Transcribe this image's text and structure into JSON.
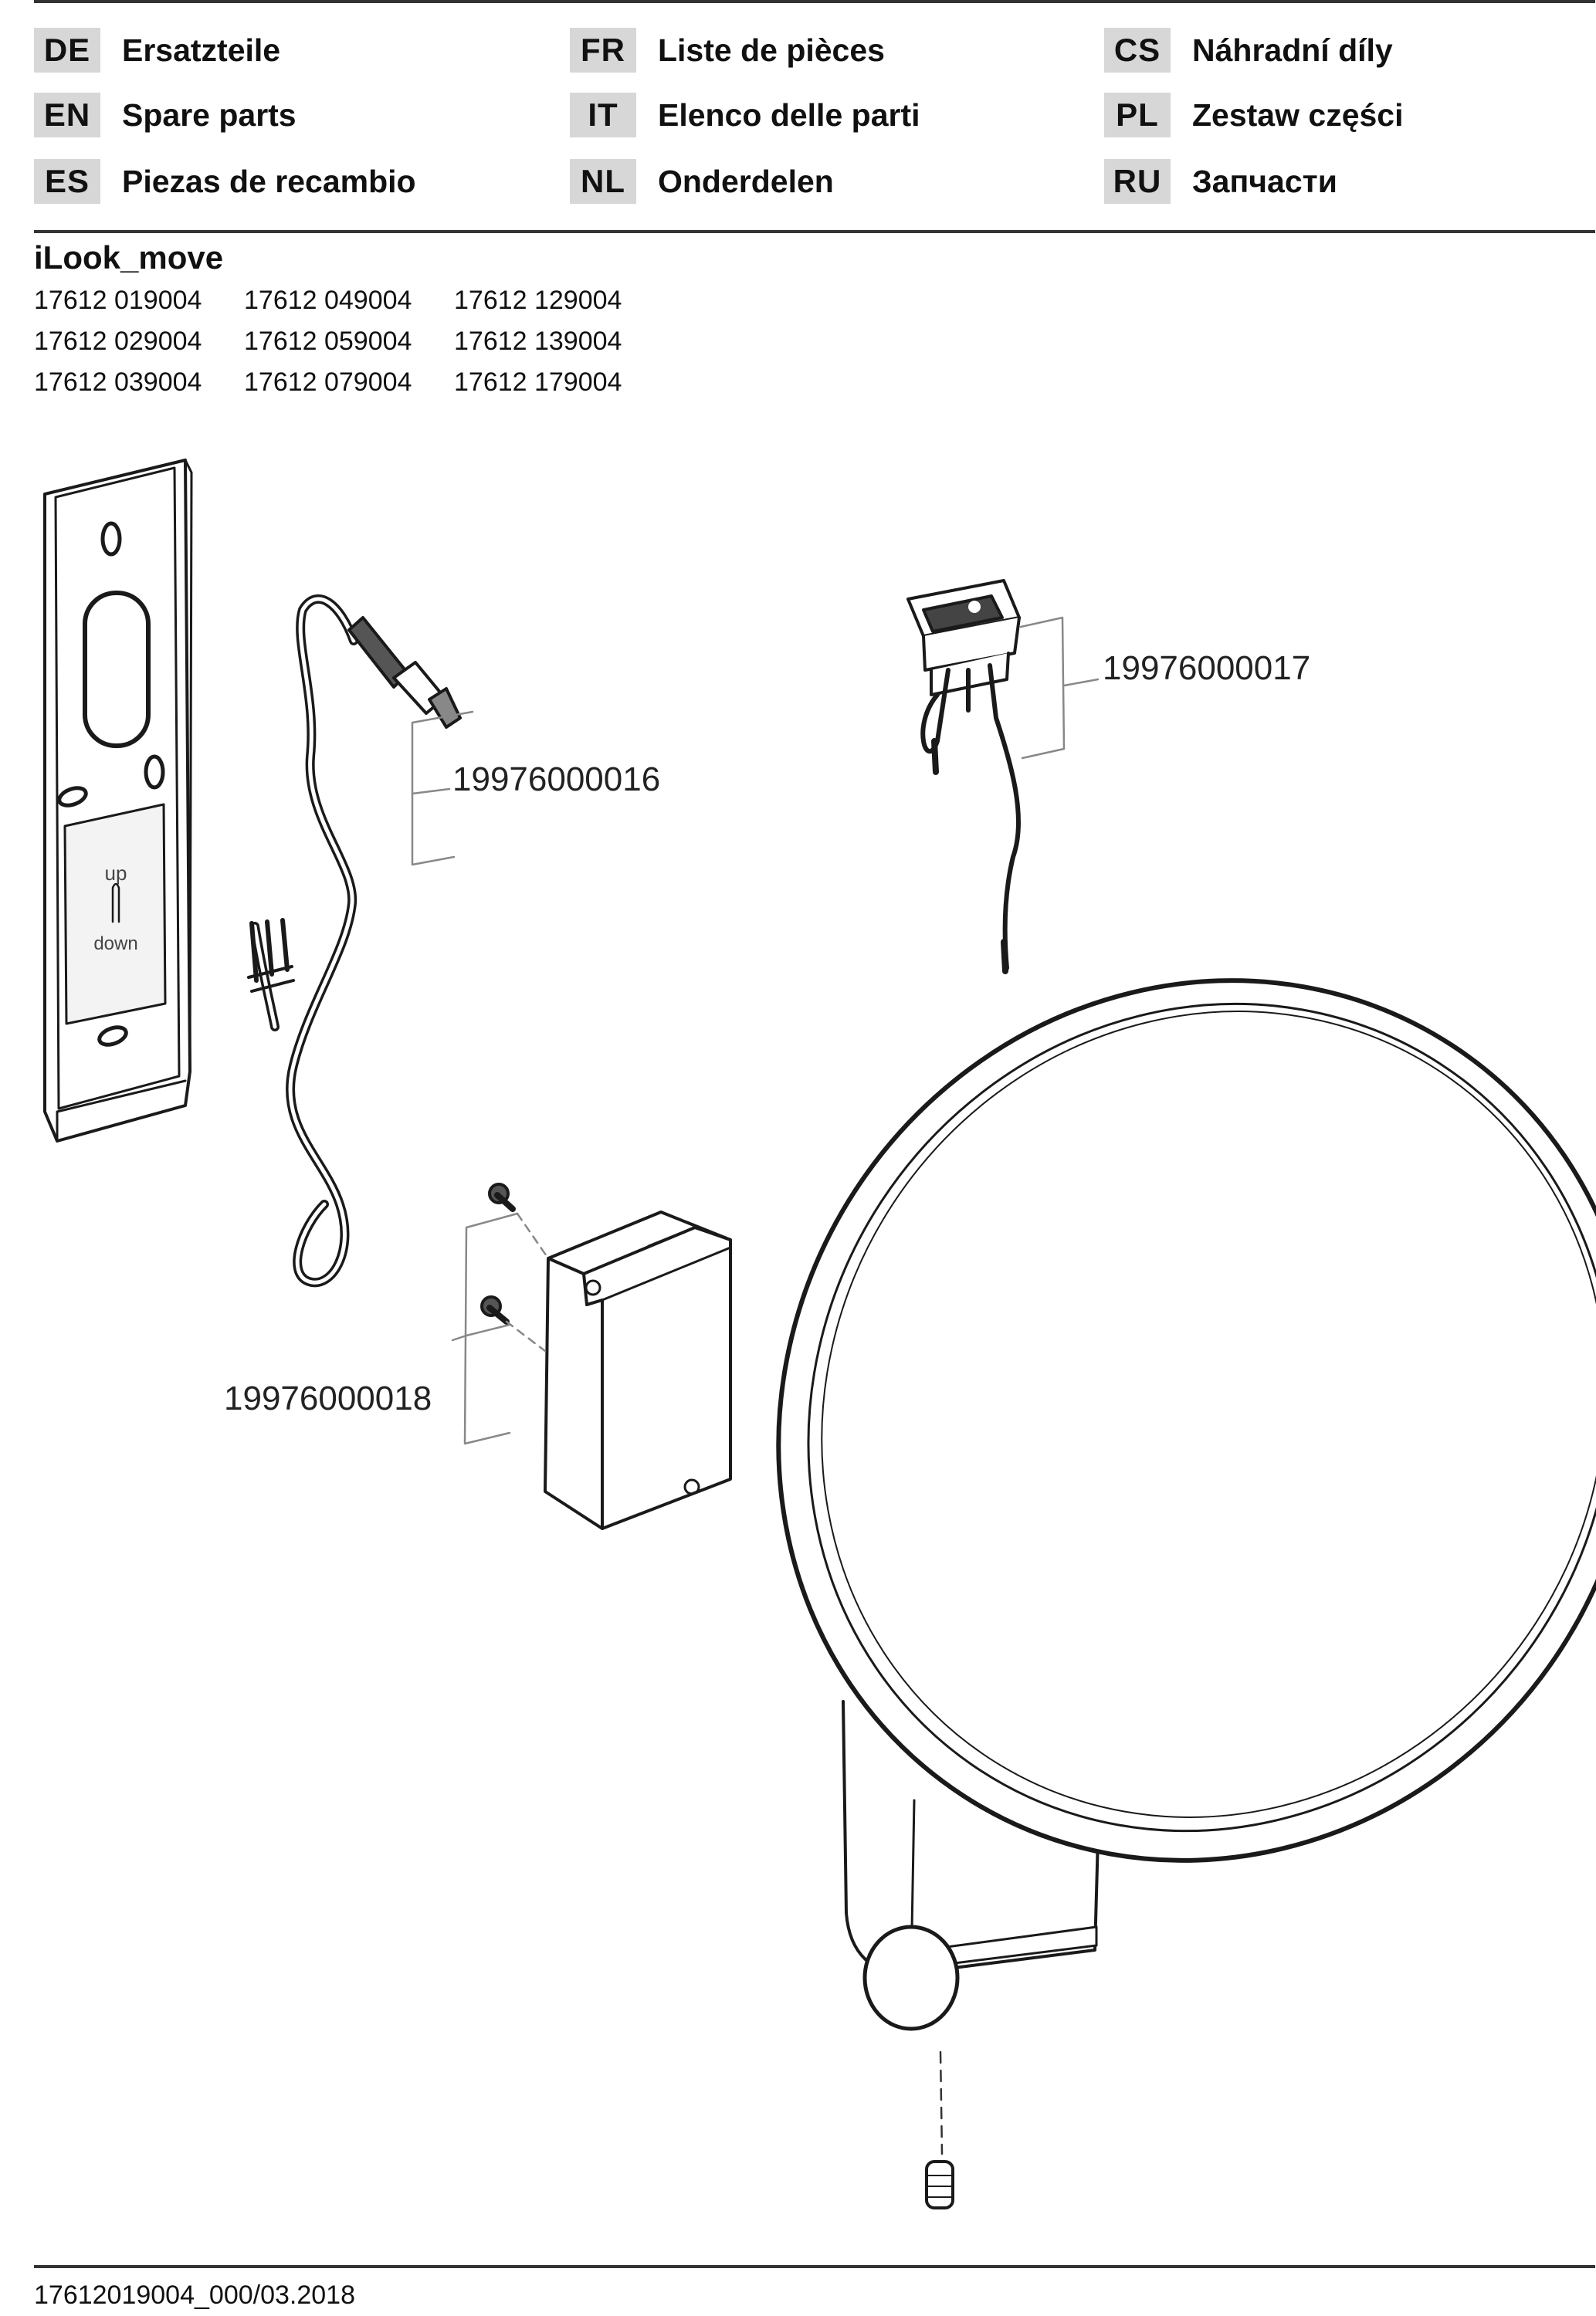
{
  "languages": [
    {
      "code": "DE",
      "label": "Ersatzteile"
    },
    {
      "code": "FR",
      "label": "Liste de pièces"
    },
    {
      "code": "CS",
      "label": "Náhradní díly"
    },
    {
      "code": "EN",
      "label": "Spare parts"
    },
    {
      "code": "IT",
      "label": "Elenco delle parti"
    },
    {
      "code": "PL",
      "label": "Zestaw części"
    },
    {
      "code": "ES",
      "label": "Piezas de recambio"
    },
    {
      "code": "NL",
      "label": "Onderdelen"
    },
    {
      "code": "RU",
      "label": "Запчасти"
    }
  ],
  "product": {
    "name": "iLook_move",
    "article_numbers": [
      "17612 019004",
      "17612 049004",
      "17612 129004",
      "17612 029004",
      "17612 059004",
      "17612 139004",
      "17612 039004",
      "17612 079004",
      "17612 179004"
    ]
  },
  "drawing": {
    "plate_text_up": "up",
    "plate_text_down": "down",
    "parts": [
      {
        "number": "19976000016"
      },
      {
        "number": "19976000017"
      },
      {
        "number": "19976000018"
      }
    ]
  },
  "footer": {
    "doc_id": "17612019004_000/03.2018"
  }
}
